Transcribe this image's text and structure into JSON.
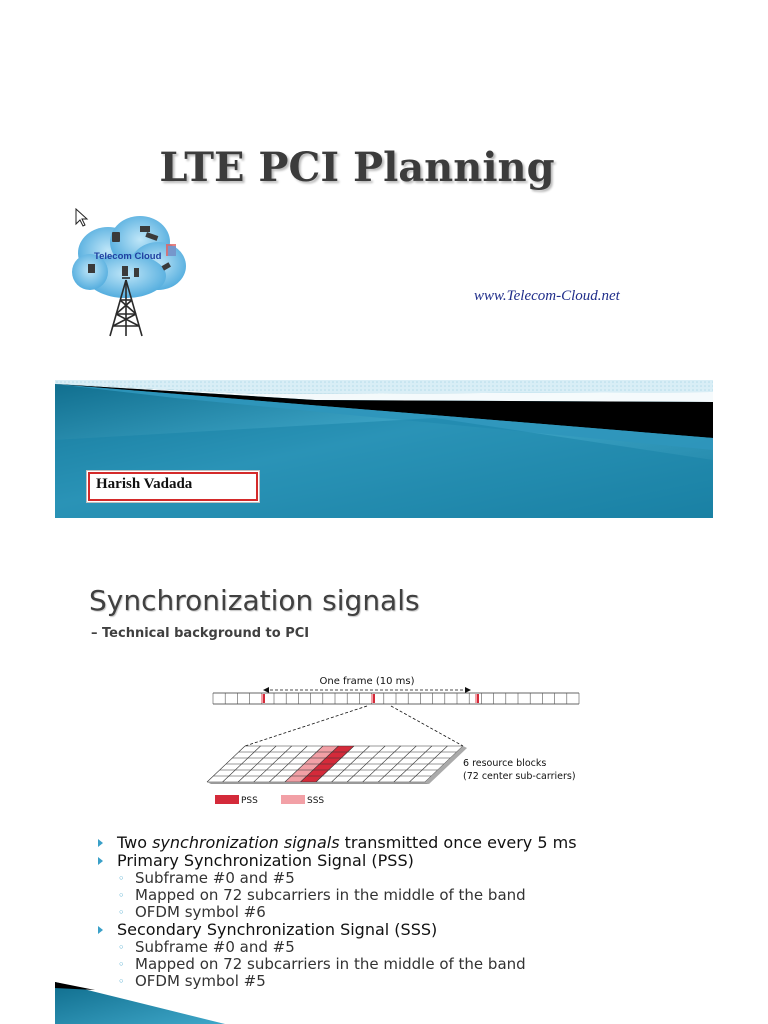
{
  "slide1": {
    "title": "LTE PCI Planning",
    "logo_text": "Telecom Cloud",
    "website": "www.Telecom-Cloud.net",
    "author": "Harish Vadada",
    "colors": {
      "banner": "#1e7fa2",
      "accent_red": "#d42a2a",
      "url_blue": "#1f2d8a"
    }
  },
  "slide2": {
    "title": "Synchronization signals",
    "subtitle": "– Technical background to PCI",
    "diagram": {
      "frame_label": "One frame (10 ms)",
      "rb_label_line1": "6 resource blocks",
      "rb_label_line2": "(72 center sub-carriers)",
      "legend": [
        {
          "label": "PSS",
          "color": "#d42a3a"
        },
        {
          "label": "SSS",
          "color": "#f2a0a6"
        }
      ]
    },
    "bullets": [
      {
        "pre": "Two ",
        "em": "synchronization signals",
        "post": " transmitted once every 5 ms",
        "subs": []
      },
      {
        "pre": "Primary Synchronization Signal (PSS)",
        "em": "",
        "post": "",
        "subs": [
          "Subframe #0 and #5",
          "Mapped on 72 subcarriers in the middle of the band",
          "OFDM symbol #6"
        ]
      },
      {
        "pre": "Secondary Synchronization Signal (SSS)",
        "em": "",
        "post": "",
        "subs": [
          "Subframe #0 and #5",
          "Mapped on 72 subcarriers in the middle of the band",
          "OFDM symbol #5"
        ]
      }
    ]
  }
}
